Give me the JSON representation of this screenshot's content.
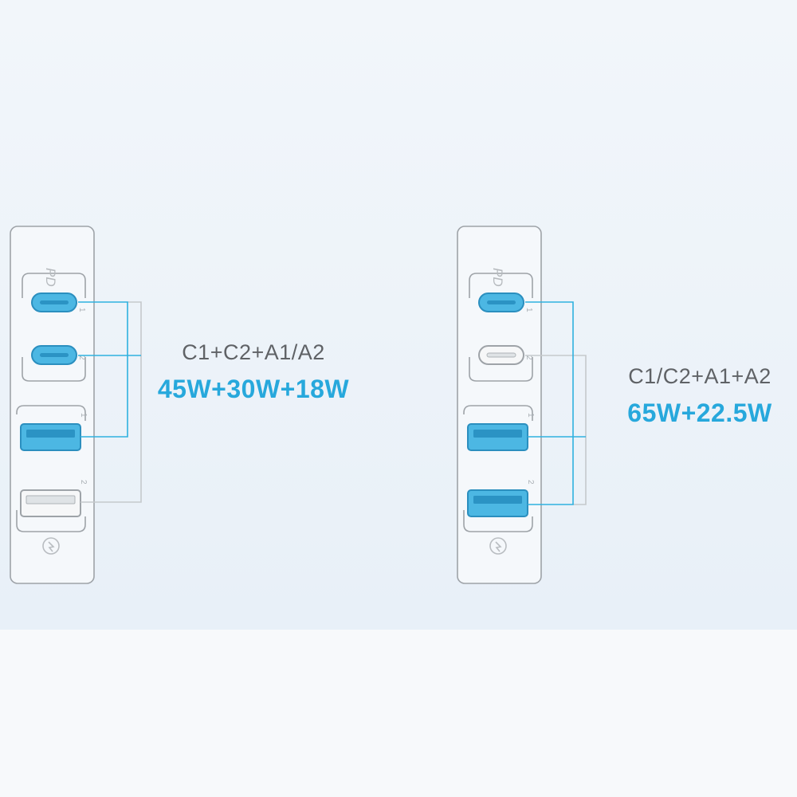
{
  "colors": {
    "accent": "#27a8dc",
    "port_active": "#4cb7e3",
    "port_active_edge": "#2b8fbf",
    "port_idle": "#f6f7f8",
    "outline": "#9ea3a8",
    "connector": "#2fb1df",
    "connector_grey": "#c5c9cc",
    "combo_text": "#5f6266"
  },
  "panels": [
    {
      "combo": "C1+C2+A1/A2",
      "power": "45W+30W+18W",
      "pd_mark": "PD",
      "port_numbers": [
        "1",
        "2",
        "1",
        "2"
      ],
      "ports": [
        {
          "type": "usb-c",
          "name": "C1",
          "active": true
        },
        {
          "type": "usb-c",
          "name": "C2",
          "active": true
        },
        {
          "type": "usb-a",
          "name": "A1",
          "active": true
        },
        {
          "type": "usb-a",
          "name": "A2",
          "active": false
        }
      ],
      "qc_icon": "quick-charge-icon"
    },
    {
      "combo": "C1/C2+A1+A2",
      "power": "65W+22.5W",
      "pd_mark": "PD",
      "port_numbers": [
        "1",
        "2",
        "1",
        "2"
      ],
      "ports": [
        {
          "type": "usb-c",
          "name": "C1",
          "active": true
        },
        {
          "type": "usb-c",
          "name": "C2",
          "active": false
        },
        {
          "type": "usb-a",
          "name": "A1",
          "active": true
        },
        {
          "type": "usb-a",
          "name": "A2",
          "active": true
        }
      ],
      "qc_icon": "quick-charge-icon"
    }
  ]
}
